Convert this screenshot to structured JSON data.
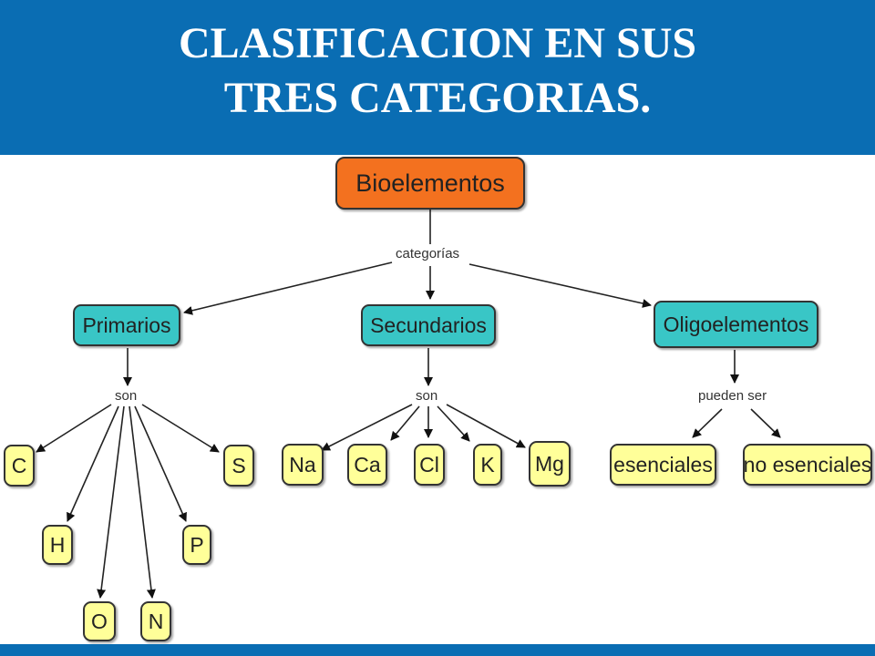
{
  "header": {
    "title_line1": "CLASIFICACION EN SUS",
    "title_line2": "TRES CATEGORIAS."
  },
  "colors": {
    "header_bg": "#0a6db3",
    "root_node": "#f3711f",
    "category_node": "#39c6c6",
    "element_node": "#ffff99"
  },
  "diagram": {
    "root": "Bioelementos",
    "root_link": "categorías",
    "categories": [
      {
        "label": "Primarios",
        "link": "son",
        "children": [
          "C",
          "H",
          "O",
          "N",
          "P",
          "S"
        ]
      },
      {
        "label": "Secundarios",
        "link": "son",
        "children": [
          "Na",
          "Ca",
          "Cl",
          "K",
          "Mg"
        ]
      },
      {
        "label": "Oligoelementos",
        "link": "pueden ser",
        "children": [
          "esenciales",
          "no esenciales"
        ]
      }
    ]
  }
}
